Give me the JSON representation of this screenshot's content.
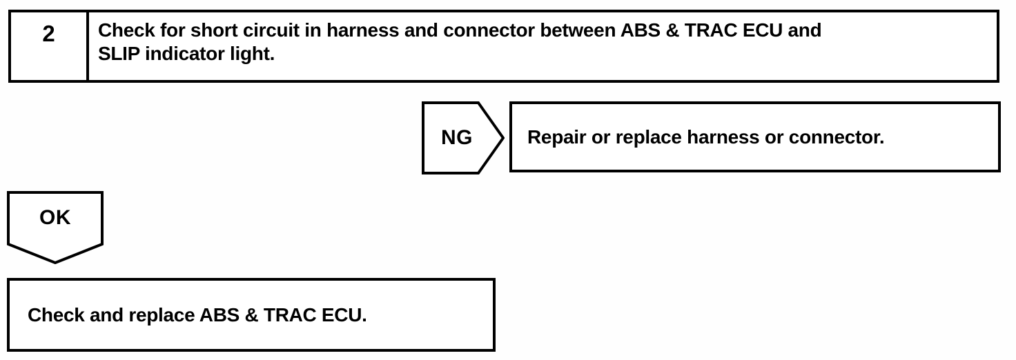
{
  "page": {
    "background": "#ffffff",
    "line_color": "#000000"
  },
  "flowchart": {
    "step": {
      "number": "2",
      "instruction_lines": [
        "Check for short circuit in harness and connector between ABS & TRAC ECU and",
        "SLIP indicator light."
      ]
    },
    "ng_branch": {
      "label": "NG",
      "action": "Repair or replace harness or connector."
    },
    "ok_branch": {
      "label": "OK",
      "action": "Check and replace ABS & TRAC ECU."
    }
  }
}
